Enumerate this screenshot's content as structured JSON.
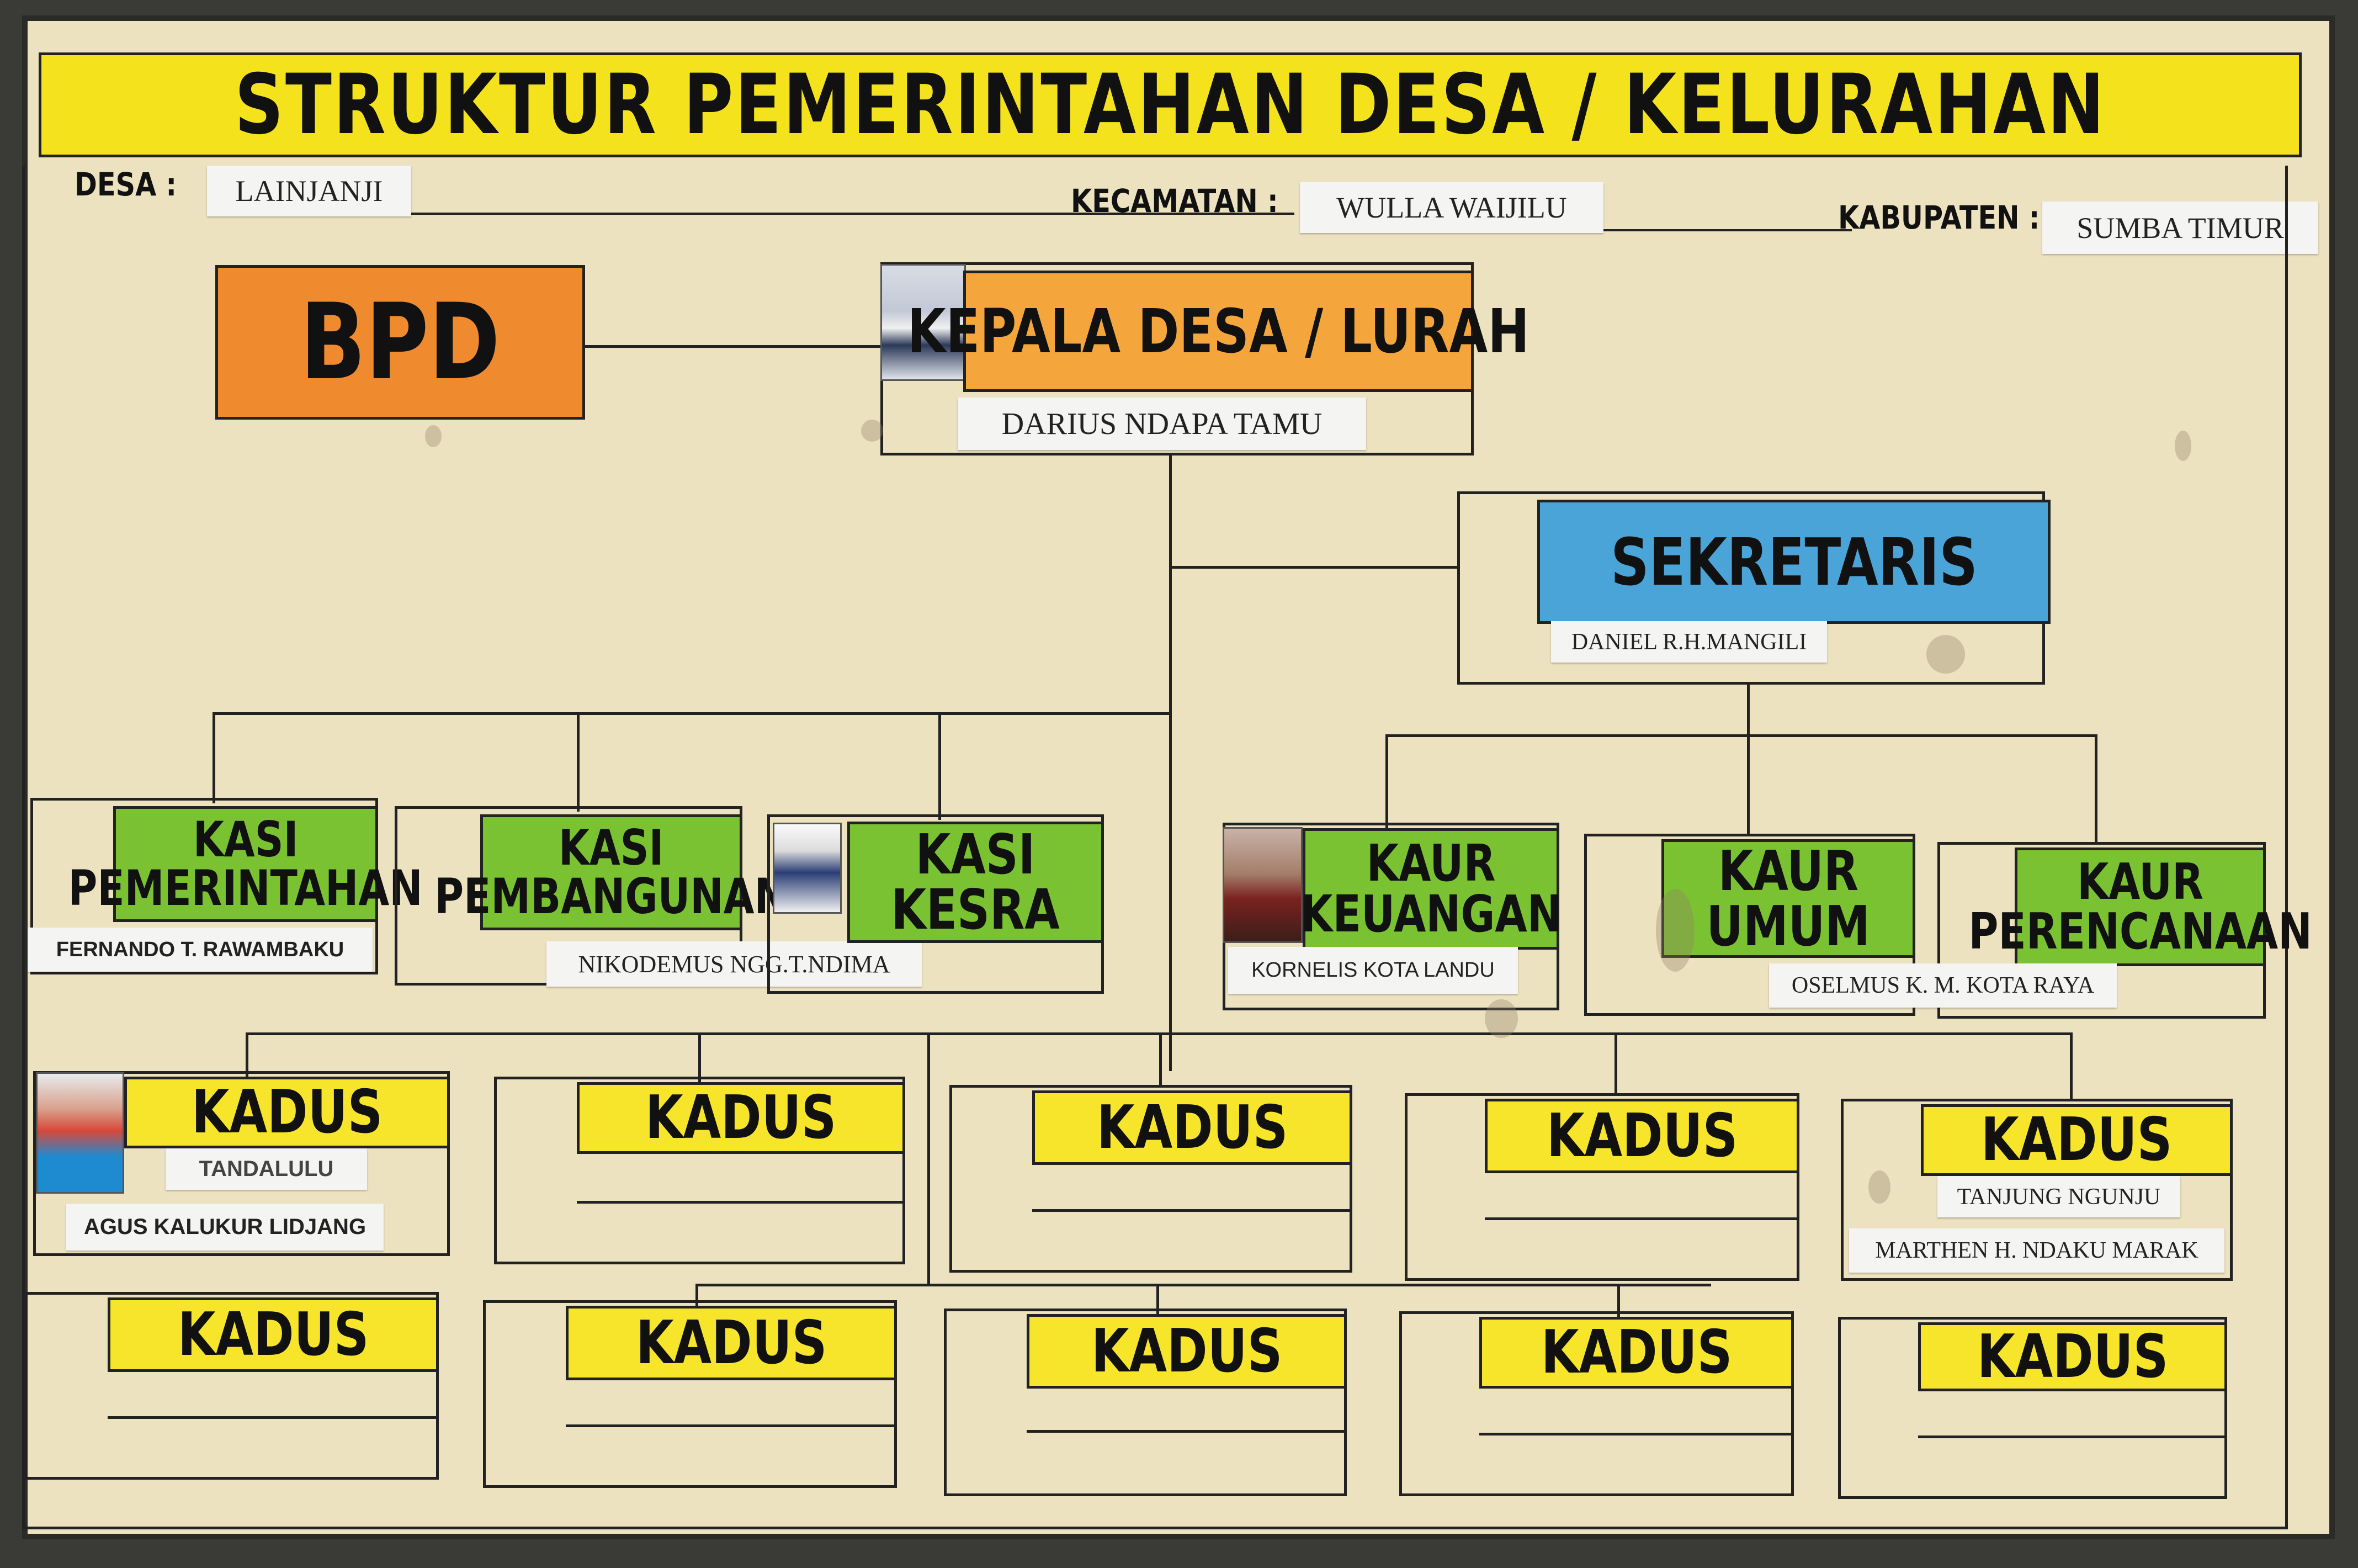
{
  "title": "STRUKTUR PEMERINTAHAN DESA / KELURAHAN",
  "location": {
    "desa_label": "DESA :",
    "desa_value": "LAINJANJI",
    "kecamatan_label": "KECAMATAN :",
    "kecamatan_value": "WULLA WAIJILU",
    "kabupaten_label": "KABUPATEN :",
    "kabupaten_value": "SUMBA TIMUR"
  },
  "bpd": {
    "label": "BPD"
  },
  "kepala": {
    "label": "KEPALA DESA / LURAH",
    "name": "DARIUS NDAPA TAMU"
  },
  "sekretaris": {
    "label": "SEKRETARIS",
    "name": "DANIEL R.H.MANGILI"
  },
  "kasi": [
    {
      "line1": "KASI",
      "line2": "PEMERINTAHAN",
      "name": "FERNANDO T. RAWAMBAKU"
    },
    {
      "line1": "KASI",
      "line2": "PEMBANGUNAN",
      "name": "NIKODEMUS NGG.T.NDIMA"
    },
    {
      "line1": "KASI",
      "line2": "KESRA",
      "name": ""
    }
  ],
  "kaur": [
    {
      "line1": "KAUR",
      "line2": "KEUANGAN",
      "name": "KORNELIS KOTA LANDU"
    },
    {
      "line1": "KAUR",
      "line2": "UMUM",
      "name": ""
    },
    {
      "line1": "KAUR",
      "line2": "PERENCANAAN",
      "name": ""
    }
  ],
  "kaur_shared_name": "OSELMUS K. M. KOTA RAYA",
  "kadus_label": "KADUS",
  "kadus_row1": [
    {
      "area": "TANDALULU",
      "name": "AGUS KALUKUR LIDJANG"
    },
    {
      "area": "",
      "name": ""
    },
    {
      "area": "",
      "name": ""
    },
    {
      "area": "",
      "name": ""
    },
    {
      "area": "TANJUNG NGUNJU",
      "name": "MARTHEN H. NDAKU MARAK"
    }
  ],
  "kadus_row2": [
    {
      "area": "",
      "name": ""
    },
    {
      "area": "",
      "name": ""
    },
    {
      "area": "",
      "name": ""
    },
    {
      "area": "",
      "name": ""
    },
    {
      "area": "",
      "name": ""
    }
  ],
  "colors": {
    "title_yellow": "#f4e21d",
    "bpd_orange": "#ef8a2e",
    "kepala_orange": "#f4a63c",
    "sekretaris_blue": "#4aa4d8",
    "kasi_kaur_green": "#7ac232",
    "kadus_yellow": "#f6e52a",
    "board": "#f1e9c9"
  }
}
